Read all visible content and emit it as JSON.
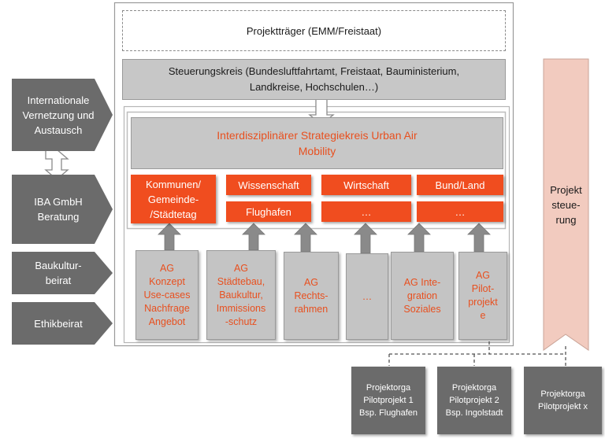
{
  "colors": {
    "dark_grey": "#6b6b6b",
    "light_grey": "#c7c7c7",
    "orange": "#f04d1f",
    "orange_text": "#e8501f",
    "salmon": "#f2cbbf"
  },
  "left_column": {
    "international": "Internationale Vernetzung und Austausch",
    "iba": "IBA GmbH Beratung",
    "baukultur": "Baukultur-beirat",
    "ethik": "Ethikbeirat"
  },
  "top": {
    "projekttraeger": "Projektträger (EMM/Freistaat)",
    "steuerungskreis": "Steuerungskreis (Bundesluftfahrtamt, Freistaat, Bauministerium, Landkreise, Hochschulen…)"
  },
  "strategiekreis": {
    "title": "Interdisziplinärer Strategiekreis Urban Air Mobility"
  },
  "groups": {
    "kommunen": "Kommunen/ Gemeinde- /Städtetag",
    "wissenschaft": "Wissenschaft",
    "flughafen": "Flughafen",
    "wirtschaft": "Wirtschaft",
    "wirtschaft_more": "…",
    "bund_land": "Bund/Land",
    "bund_land_more": "…"
  },
  "ags": {
    "konzept": "AG Konzept Use-cases Nachfrage Angebot",
    "staedtebau": "AG Städtebau, Baukultur, Immissions -schutz",
    "rechtsrahmen": "AG Rechts-rahmen",
    "more": "…",
    "integration": "AG Inte-gration Soziales",
    "pilotprojekte": "AG Pilot-projekt e"
  },
  "projektsteuerung": "Projekt steue-rung",
  "projects": {
    "p1": "Projektorga Pilotprojekt 1 Bsp. Flughafen",
    "p2": "Projektorga Pilotprojekt 2 Bsp. Ingolstadt",
    "px": "Projektorga Pilotprojekt x"
  }
}
